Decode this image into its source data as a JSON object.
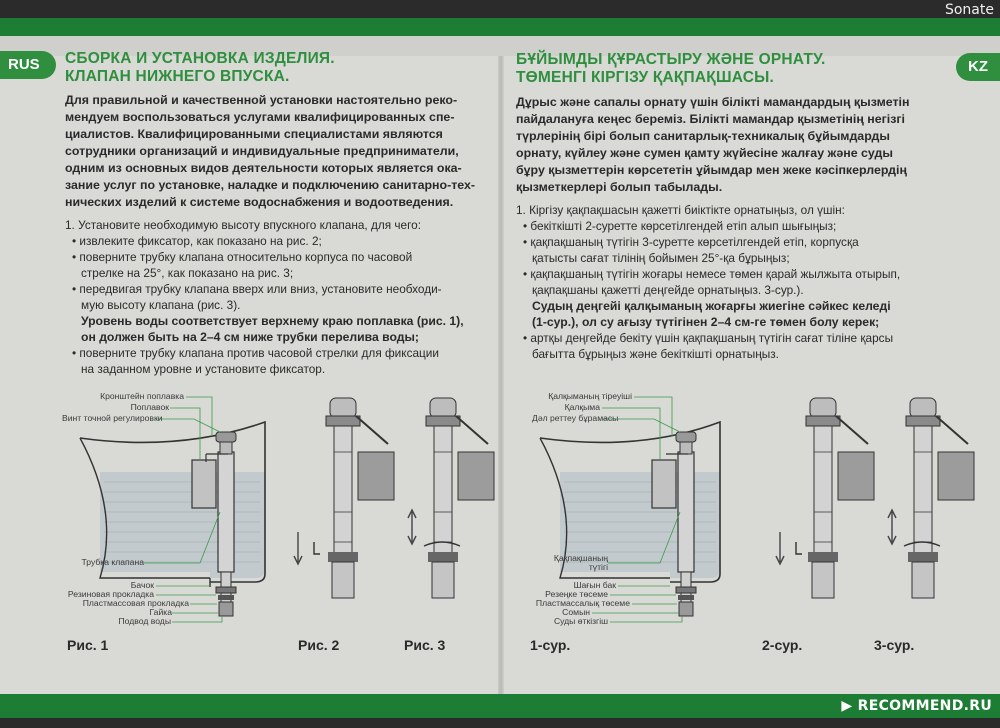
{
  "brand": "Sonate",
  "watermark": "RECOMMEND.RU",
  "rus": {
    "lang_tab": "RUS",
    "title_line1": "СБОРКА И УСТАНОВКА ИЗДЕЛИЯ.",
    "title_line2": "КЛАПАН НИЖНЕГО ВПУСКА.",
    "intro": [
      "Для правильной и качественной установки настоятельно реко-",
      "мендуем воспользоваться услугами квалифицированных спе-",
      "циалистов. Квалифицированными специалистами являются",
      "сотрудники организаций и индивидуальные предприниматели,",
      "одним из основных видов деятельности которых является ока-",
      "зание услуг по установке, наладке и подключению санитарно-тех-",
      "нических изделий к системе водоснабжения и водоотведения."
    ],
    "step1": "1. Установите необходимую высоту впускного клапана, для чего:",
    "bullet1": "• извлеките фиксатор, как показано на рис. 2;",
    "bullet2a": "• поверните трубку клапана относительно корпуса по часовой",
    "bullet2b": "стрелке на 25°, как показано на рис. 3;",
    "bullet3a": "• передвигая трубку клапана вверх или вниз, установите необходи-",
    "bullet3b": "мую высоту клапана (рис. 3).",
    "strong1": "Уровень воды соответствует верхнему краю поплавка (рис. 1),",
    "strong2": "он должен быть на 2–4 см ниже трубки перелива воды;",
    "bullet4a": "• поверните трубку клапана против часовой стрелки для фиксации",
    "bullet4b": "на заданном уровне и  установите фиксатор.",
    "callouts": {
      "bracket": "Кронштейн поплавка",
      "float": "Поплавок",
      "screw": "Винт точной регулировки",
      "tube": "Трубка клапана",
      "tank": "Бачок",
      "rubber": "Резиновая прокладка",
      "plastic": "Пластмассовая прокладка",
      "nut": "Гайка",
      "supply": "Подвод воды"
    },
    "fig1": "Рис. 1",
    "fig2": "Рис. 2",
    "fig3": "Рис. 3"
  },
  "kz": {
    "lang_tab": "KZ",
    "title_line1": "БҰЙЫМДЫ ҚҰРАСТЫРУ ЖӘНЕ ОРНАТУ.",
    "title_line2": "ТӨМЕНГІ КІРГІЗУ ҚАҚПАҚШАСЫ.",
    "intro": [
      "Дұрыс және сапалы орнату үшін білікті мамандардың қызметін",
      "пайдалануға кеңес береміз. Білікті мамандар қызметінің негізгі",
      "түрлерінің бірі болып санитарлық-техникалық бұйымдарды",
      "орнату, күйлеу және сумен қамту жүйесіне жалғау және суды",
      "бұру қызметтерін көрсететін ұйымдар мен жеке кәсіпкерлердің",
      "қызметкерлері болып табылады."
    ],
    "step1": "1. Кіргізу қақпақшасын қажетті биіктікте орнатыңыз, ол үшін:",
    "bullet1": "• бекіткішті 2-суретте көрсетілгендей етіп алып шығыңыз;",
    "bullet2a": "• қақпақшаның түтігін 3-суретте көрсетілгендей етіп, корпусқа",
    "bullet2b": "қатысты сағат тілінің бойымен 25°-қа бұрыңыз;",
    "bullet3a": "• қақпақшаның түтігін жоғары немесе төмен қарай жылжыта отырып,",
    "bullet3b": "қақпақшаны қажетті деңгейде орнатыңыз. 3-сур.).",
    "strong1": "Судың деңгейі қалқыманың жоғарғы жиегіне сәйкес келеді",
    "strong2": "(1-сур.), ол су ағызу түтігінен 2–4 см-ге төмен болу керек;",
    "bullet4a": "• артқы деңгейде бекіту үшін қақпақшаның түтігін сағат тіліне қарсы",
    "bullet4b": "бағытта бұрыңыз және бекіткішті орнатыңыз.",
    "callouts": {
      "bracket": "Қалқыманың тіреуіші",
      "float": "Қалқыма",
      "screw": "Дәл реттеу бұрамасы",
      "tube1": "Қақпақшаның",
      "tube2": "түтігі",
      "tank": "Шағын бак",
      "rubber": "Резеңке төсеме",
      "plastic": "Пластмассалық төсеме",
      "nut": "Сомын",
      "supply": "Суды өткізгіш"
    },
    "fig1": "1-сур.",
    "fig2": "2-сур.",
    "fig3": "3-сур."
  },
  "colors": {
    "accent_green": "#2f8f3e",
    "band_green": "#1e7d35",
    "paper": "#d9d9d6",
    "text": "#2a2a2a"
  }
}
